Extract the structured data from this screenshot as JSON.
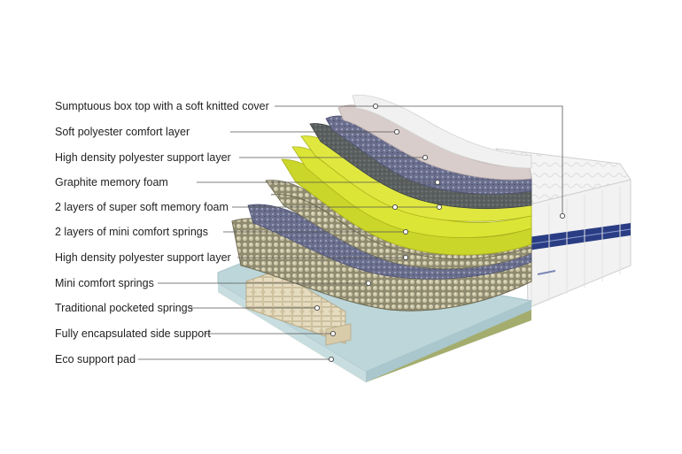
{
  "diagram": {
    "layers": [
      {
        "label": "Sumptuous box top with a soft knitted cover"
      },
      {
        "label": "Soft polyester comfort layer"
      },
      {
        "label": "High density polyester support layer"
      },
      {
        "label": "Graphite memory foam"
      },
      {
        "label": "2 layers of super soft memory foam"
      },
      {
        "label": "2 layers of mini comfort springs"
      },
      {
        "label": "High density polyester support layer"
      },
      {
        "label": "Mini comfort springs"
      },
      {
        "label": "Traditional pocketed springs"
      },
      {
        "label": "Fully encapsulated side support"
      },
      {
        "label": "Eco support pad"
      }
    ]
  },
  "colors": {
    "cover": "#f1f1f1",
    "comfort": "#d9cdcb",
    "graphite": "#5b6160",
    "memory_foam": "#d6e01a",
    "mini_springs": "#9d977c",
    "blue_fibre": "#6b6f8e",
    "side_support": "#bcd6da",
    "eco_pad": "#a5ad6e",
    "pocket_springs": "#d9ccab",
    "leader": "#555555"
  }
}
